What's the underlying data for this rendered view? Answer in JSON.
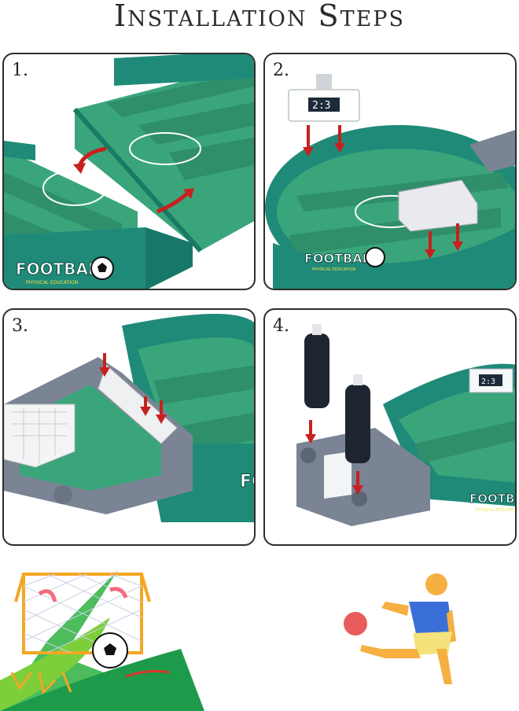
{
  "header": {
    "title": "Installation Steps"
  },
  "steps": [
    {
      "label": "1."
    },
    {
      "label": "2."
    },
    {
      "label": "3."
    },
    {
      "label": "4."
    }
  ],
  "branding": {
    "logo_text": "FOOTBALL",
    "sub_text": "PHYSICAL EDUCATION",
    "partial_logo": "FOOTBAL",
    "partial_logo_2": "FO"
  },
  "scoreboard": {
    "score": "2:3"
  },
  "colors": {
    "field_dark": "#2f8f6a",
    "field_light": "#3aa57b",
    "wall": "#1f8a78",
    "frame_grey": "#7a8494",
    "arrow_red": "#c8201f",
    "handle_black": "#1f2530"
  },
  "icons": [
    "football-goal-illustration",
    "soccer-player-icon",
    "soccer-ball-icon"
  ]
}
